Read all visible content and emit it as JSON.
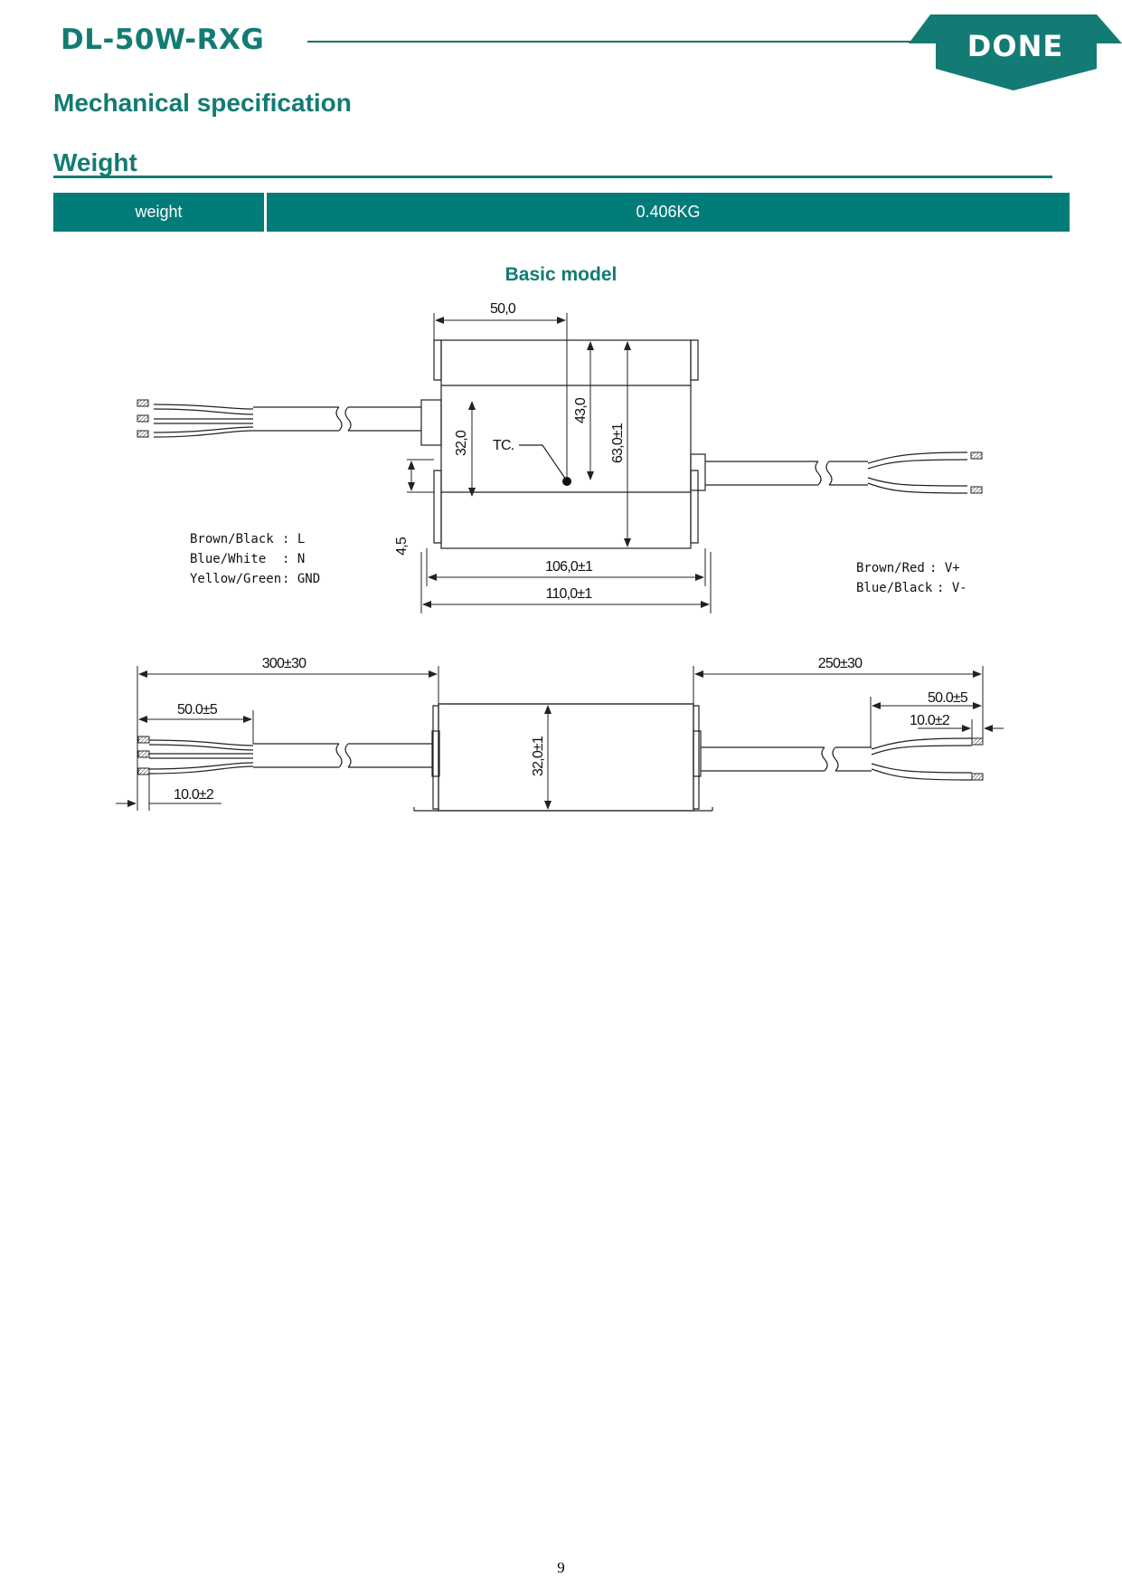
{
  "header": {
    "model": "DL-50W-RXG",
    "logo_text": "DONE",
    "brand_color": "#137b73"
  },
  "section_title": "Mechanical specification",
  "weight_section": {
    "heading": "Weight",
    "label": "weight",
    "value": "0.406KG"
  },
  "diagram": {
    "title": "Basic model",
    "tc_label": "TC.",
    "dims": {
      "d50": "50,0",
      "d43": "43,0",
      "d32": "32,0",
      "d63": "63,0±1",
      "d45": "4,5",
      "d106": "106,0±1",
      "d110": "110,0±1",
      "d300": "300±30",
      "d250": "250±30",
      "d50_5_left": "50.0±5",
      "d10_2_left": "10.0±2",
      "d50_5_right": "50.0±5",
      "d10_2_right": "10.0±2",
      "d32_side": "32,0±1"
    },
    "input_legend": [
      {
        "wire": "Brown/Black",
        "signal": ": L"
      },
      {
        "wire": "Blue/White",
        "signal": ": N"
      },
      {
        "wire": "Yellow/Green",
        "signal": ": GND"
      }
    ],
    "output_legend": [
      {
        "wire": "Brown/Red",
        "signal": ": V+"
      },
      {
        "wire": "Blue/Black",
        "signal": ": V-"
      }
    ]
  },
  "page_number": "9"
}
